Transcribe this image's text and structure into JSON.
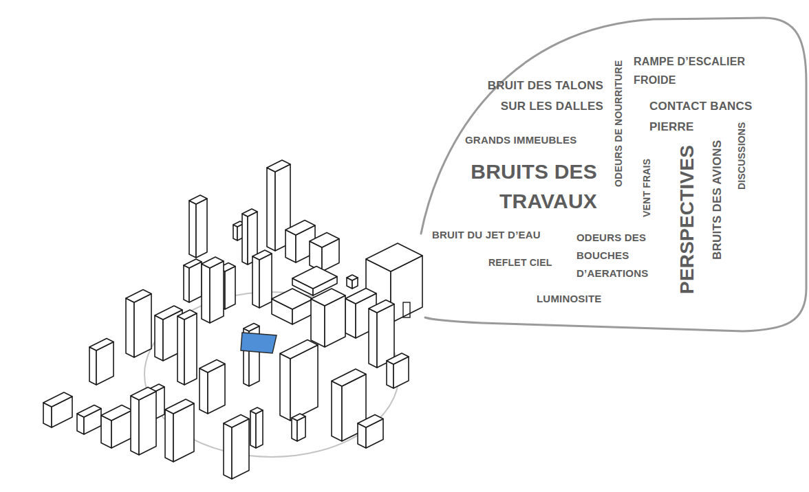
{
  "diagram": {
    "nodes": [
      {
        "text": [
          "BRUIT DES TALONS SUR LES DALLES",
          "ODEURS DE NOURRITURE",
          "RAMPE D’ESCALIER FROIDE",
          "CONTACT BANCS PIERRE",
          "GRANDS IMMEUBLES",
          "BRUITS DES TRAVAUX",
          "VENT FRAIS",
          "PERSPECTIVES",
          "BRUITS DES AVIONS",
          "DISCUSSIONS",
          "BRUIT DU JET D’EAU",
          "ODEURS DES BOUCHES D’AERATIONS",
          "REFLET CIEL",
          "LUMINOSITE"
        ]
      }
    ]
  }
}
